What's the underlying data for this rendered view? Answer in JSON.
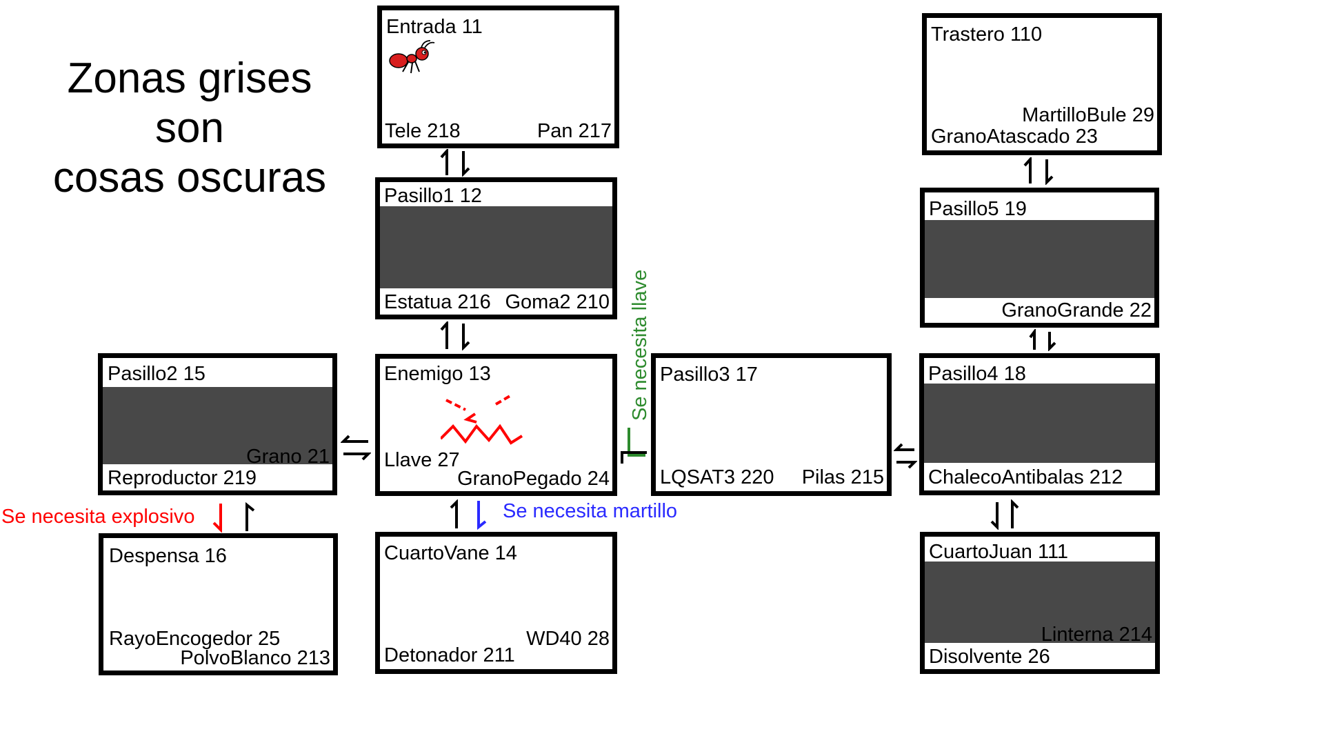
{
  "title": {
    "line1": "Zonas grises",
    "line2": "son",
    "line3": "cosas oscuras"
  },
  "colors": {
    "dark_zone": "#484848",
    "red": "#ff0000",
    "green": "#2e8b2e",
    "blue": "#2a2aff",
    "enemy": "#ff0000"
  },
  "rooms": {
    "entrada": {
      "name": "Entrada 11",
      "items": [
        "Tele 218",
        "Pan 217"
      ],
      "icon": "ant-icon"
    },
    "pasillo1": {
      "name": "Pasillo1 12",
      "items": [
        "Estatua 216",
        "Goma2 210"
      ],
      "dark": true
    },
    "enemigo": {
      "name": "Enemigo 13",
      "items": [
        "Llave 27",
        "GranoPegado 24"
      ],
      "icon": "angry-face-icon"
    },
    "pasillo2": {
      "name": "Pasillo2 15",
      "items": [
        "Grano 21",
        "Reproductor 219"
      ],
      "dark": true
    },
    "despensa": {
      "name": "Despensa 16",
      "items": [
        "RayoEncogedor 25",
        "PolvoBlanco 213"
      ]
    },
    "cuartovane": {
      "name": "CuartoVane 14",
      "items": [
        "WD40 28",
        "Detonador 211"
      ]
    },
    "pasillo3": {
      "name": "Pasillo3 17",
      "items": [
        "LQSAT3 220",
        "Pilas 215"
      ]
    },
    "pasillo4": {
      "name": "Pasillo4 18",
      "items": [
        "ChalecoAntibalas 212"
      ],
      "dark": true
    },
    "pasillo5": {
      "name": "Pasillo5 19",
      "items": [
        "GranoGrande 22"
      ],
      "dark": true
    },
    "trastero": {
      "name": "Trastero 110",
      "items": [
        "MartilloBule 29",
        "GranoAtascado 23"
      ]
    },
    "cuartojuan": {
      "name": "CuartoJuan 111",
      "items": [
        "Linterna 214",
        "Disolvente 26"
      ],
      "dark": true
    }
  },
  "notes": {
    "explosivo": "Se necesita explosivo",
    "martillo": "Se necesita martillo",
    "llave": "Se necesita llave"
  }
}
